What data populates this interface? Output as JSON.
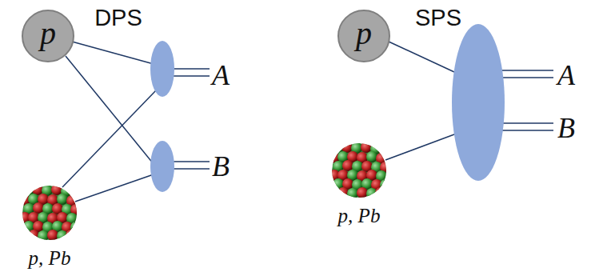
{
  "diagram": {
    "nodes": [
      {
        "text": [
          "p"
        ]
      },
      {
        "text": [
          "p, Pb"
        ]
      },
      {
        "text": [
          "p"
        ]
      },
      {
        "text": [
          "p, Pb"
        ]
      }
    ],
    "labels": [
      "DPS",
      "A",
      "B",
      "SPS",
      "A",
      "B"
    ]
  }
}
